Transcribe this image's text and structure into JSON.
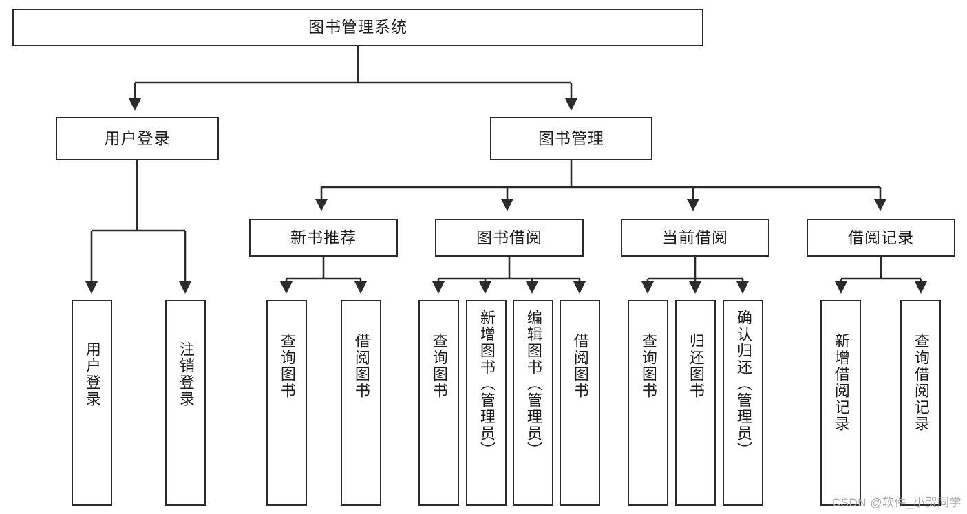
{
  "diagram": {
    "title": "图书管理系统",
    "type": "tree-hierarchy",
    "colors": {
      "box_border": "#2b2b2b",
      "box_fill": "#ffffff",
      "edge": "#2b2b2b",
      "text": "#1b1b1b",
      "watermark": "#a9adb3",
      "background": "#ffffff"
    },
    "root": {
      "label": "图书管理系统"
    },
    "level2": [
      {
        "label": "用户登录"
      },
      {
        "label": "图书管理"
      }
    ],
    "level3": [
      {
        "label": "新书推荐"
      },
      {
        "label": "图书借阅"
      },
      {
        "label": "当前借阅"
      },
      {
        "label": "借阅记录"
      }
    ],
    "leaves": {
      "user_login": [
        {
          "label": "用户登录"
        },
        {
          "label": "注销登录"
        }
      ],
      "new_book_recommend": [
        {
          "label": "查询图书"
        },
        {
          "label": "借阅图书"
        }
      ],
      "book_borrow": [
        {
          "label": "查询图书"
        },
        {
          "label": "新增图书（管理员）"
        },
        {
          "label": "编辑图书（管理员）"
        },
        {
          "label": "借阅图书"
        }
      ],
      "current_borrow": [
        {
          "label": "查询图书"
        },
        {
          "label": "归还图书"
        },
        {
          "label": "确认归还（管理员）"
        }
      ],
      "borrow_records": [
        {
          "label": "新增借阅记录"
        },
        {
          "label": "查询借阅记录"
        }
      ]
    }
  },
  "watermark": {
    "text": "CSDN @软件_小贺同学"
  }
}
